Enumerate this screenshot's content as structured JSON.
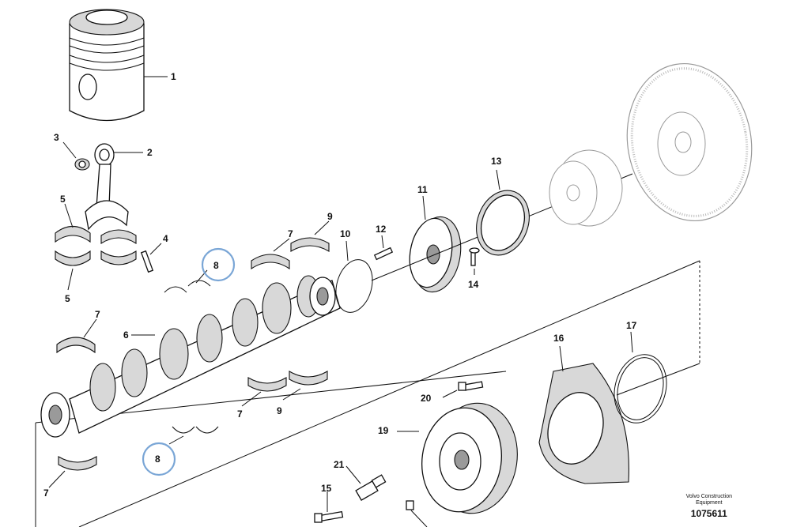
{
  "labels": {
    "p1": "1",
    "p2": "2",
    "p3": "3",
    "p4": "4",
    "p5a": "5",
    "p5b": "5",
    "p6": "6",
    "p7a": "7",
    "p7b": "7",
    "p7c": "7",
    "p7d": "7",
    "p8a": "8",
    "p8b": "8",
    "p9a": "9",
    "p9b": "9",
    "p10": "10",
    "p11": "11",
    "p12": "12",
    "p13": "13",
    "p14": "14",
    "p15": "15",
    "p16": "16",
    "p17": "17",
    "p19": "19",
    "p20": "20",
    "p21": "21"
  },
  "highlight_color": "#7aa6d6",
  "footer": {
    "brand_line1": "Volvo Construction",
    "brand_line2": "Equipment",
    "doc_number": "1075611"
  }
}
